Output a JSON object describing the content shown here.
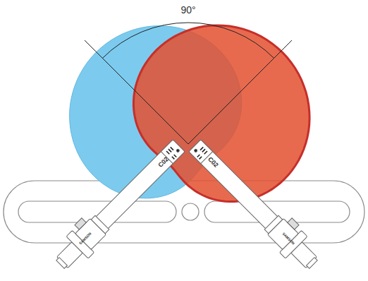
{
  "diagram": {
    "labels": [
      "90°",
      "C02",
      "C02",
      "SAMSON",
      "SAMSON"
    ]
  }
}
